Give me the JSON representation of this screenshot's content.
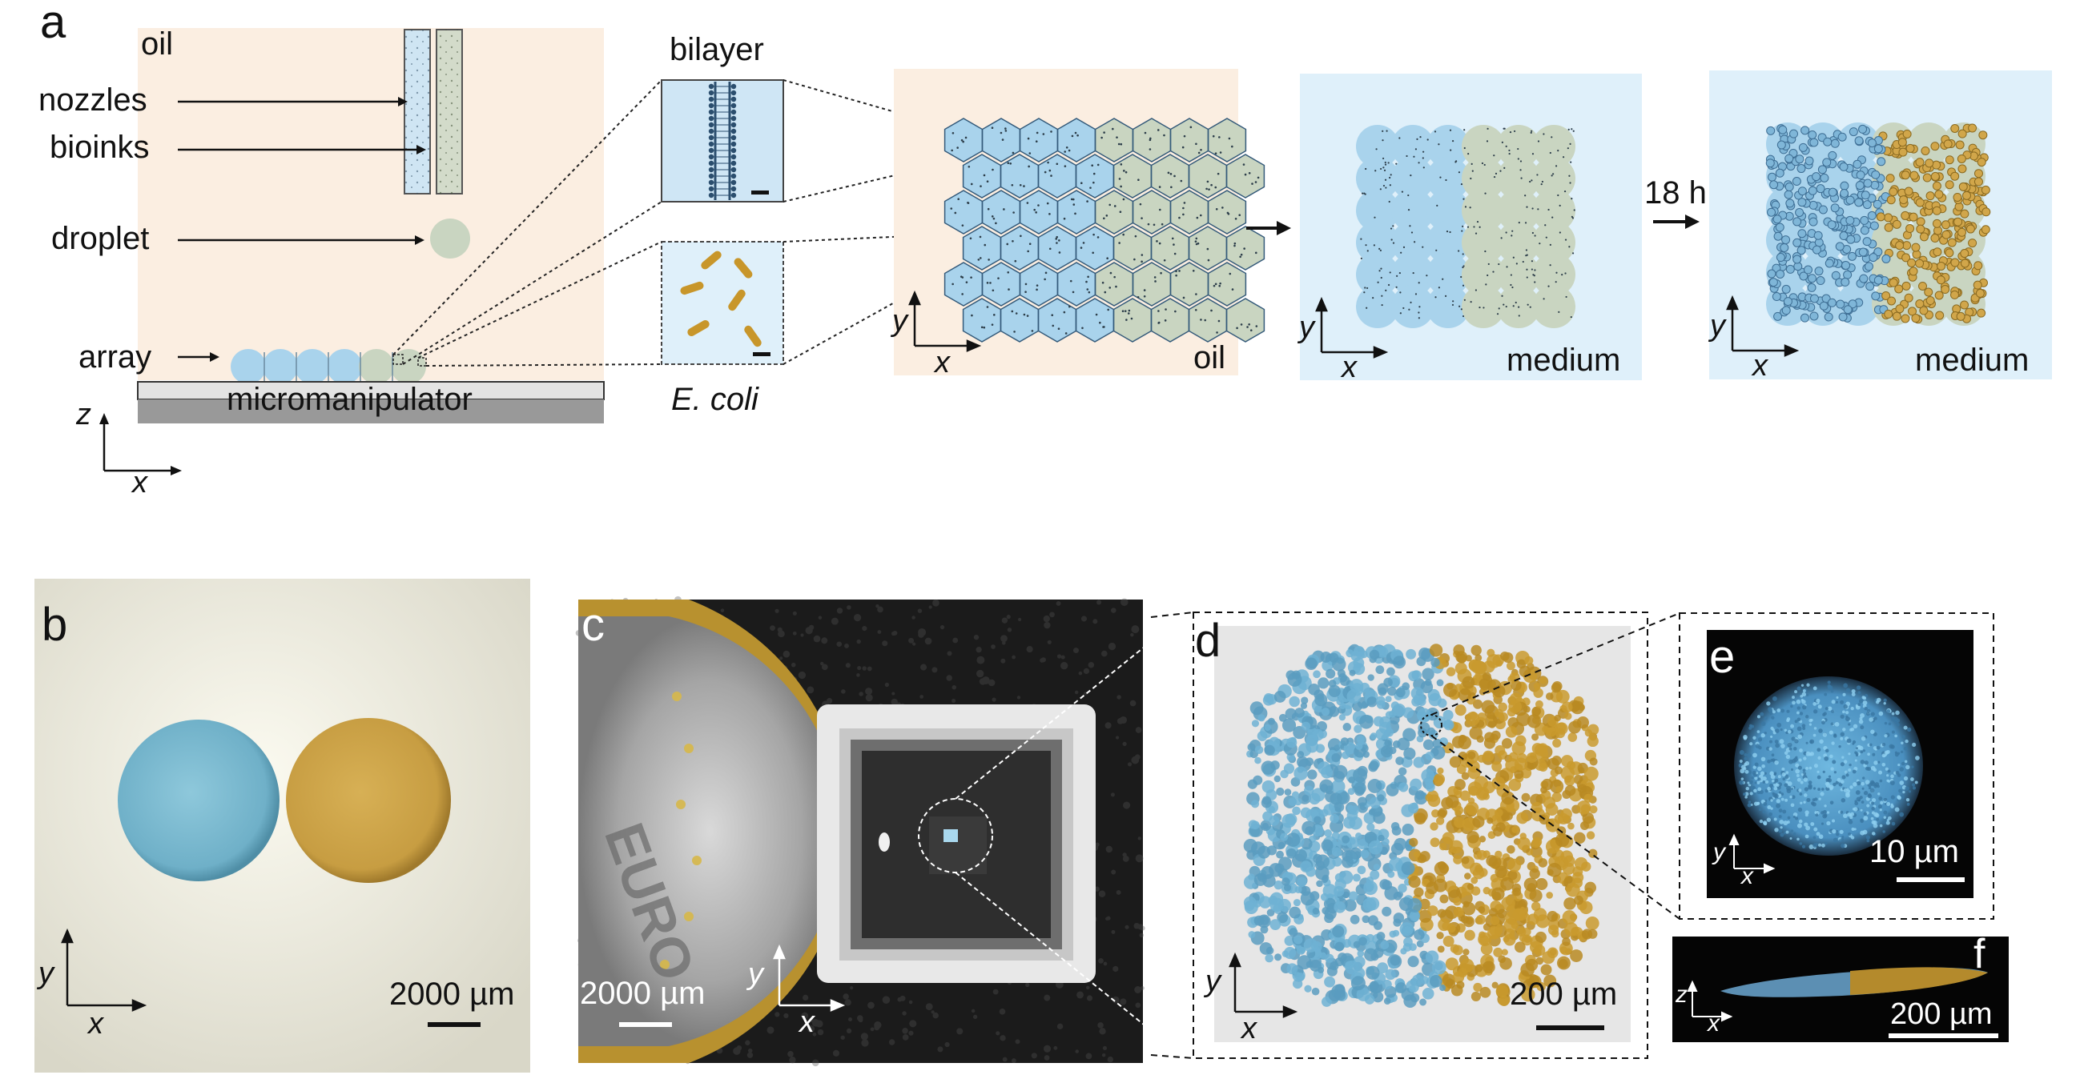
{
  "panels": {
    "a": {
      "letter": "a",
      "oil_label": "oil",
      "nozzles_label": "nozzles",
      "bioinks_label": "bioinks",
      "droplet_label": "droplet",
      "array_label": "array",
      "micromanipulator_label": "micromanipulator",
      "axis_z": "z",
      "axis_x": "x",
      "bilayer_label": "bilayer",
      "ecoli_label": "E. coli",
      "step1": {
        "axis_y": "y",
        "axis_x": "x",
        "env_label": "oil"
      },
      "step2": {
        "axis_y": "y",
        "axis_x": "x",
        "env_label": "medium"
      },
      "step3": {
        "axis_y": "y",
        "axis_x": "x",
        "env_label": "medium"
      },
      "time_label": "18 h"
    },
    "b": {
      "letter": "b",
      "axis_y": "y",
      "axis_x": "x",
      "scale": "2000 µm"
    },
    "c": {
      "letter": "c",
      "axis_y": "y",
      "axis_x": "x",
      "scale": "2000 µm"
    },
    "d": {
      "letter": "d",
      "axis_y": "y",
      "axis_x": "x",
      "scale": "200 µm"
    },
    "e": {
      "letter": "e",
      "axis_y": "y",
      "axis_x": "x",
      "scale": "10 µm"
    },
    "f": {
      "letter": "f",
      "axis_z": "z",
      "axis_x": "x",
      "scale": "200 µm"
    }
  },
  "colors": {
    "oil_bg": "#fbeee1",
    "medium_bg": "#dff0fa",
    "blue_droplet": "#a9d3ec",
    "green_droplet": "#c9d5c1",
    "bacteria": "#c8962a",
    "micrograph_blue": "#6fb1d3",
    "micrograph_gold": "#c99a2e"
  }
}
